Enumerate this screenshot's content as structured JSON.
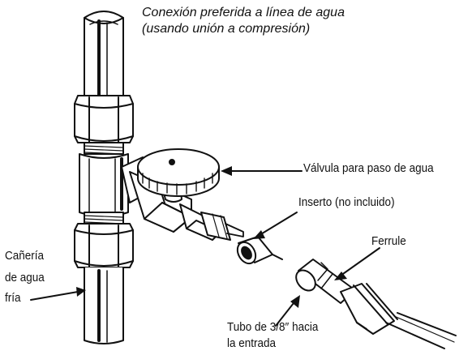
{
  "caption": {
    "line1": "Conexión preferida a línea de agua",
    "line2": "(usando unión a compresión)"
  },
  "labels": {
    "valve": "Válvula para paso de agua",
    "insert": "Inserto (no incluido)",
    "ferrule": "Ferrule",
    "pipe_line1": "Cañería",
    "pipe_line2": "de agua",
    "pipe_line3": "fría",
    "tube_line1": "Tubo de 3/8″ hacia",
    "tube_line2": "la entrada"
  },
  "colors": {
    "ink": "#111111",
    "background": "#ffffff"
  }
}
